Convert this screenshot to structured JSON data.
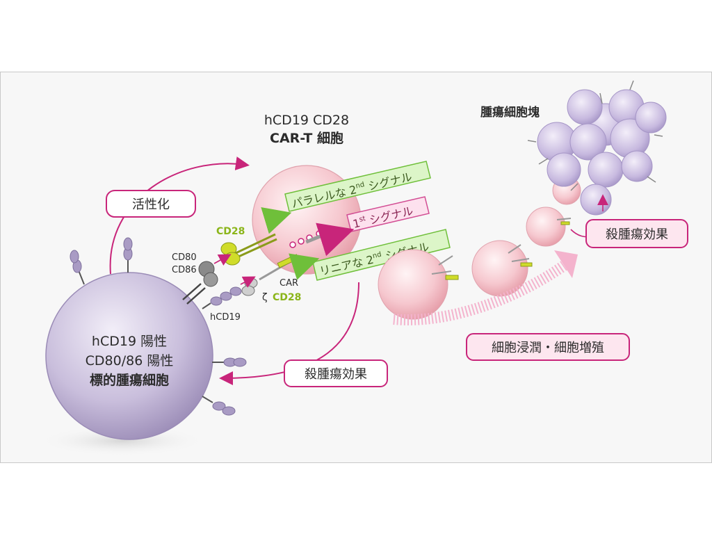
{
  "car_t": {
    "title_line1": "hCD19 CD28",
    "title_line2": "CAR-T 細胞"
  },
  "target_cell": {
    "line1": "hCD19 陽性",
    "line2": "CD80/86 陽性",
    "line3": "標的腫瘍細胞"
  },
  "labels": {
    "activation": "活性化",
    "kill_left": "殺腫瘍効果",
    "kill_right": "殺腫瘍効果",
    "infiltration": "細胞浸潤・細胞増殖",
    "tumor_mass": "腫瘍細胞塊"
  },
  "molecules": {
    "cd28": "CD28",
    "cd80": "CD80",
    "cd86": "CD86",
    "car": "CAR",
    "zeta": "ζ",
    "zeta_cd28": "CD28",
    "hcd19": "hCD19"
  },
  "signals": {
    "parallel_pre": "パラレルな 2",
    "parallel_sup": "nd",
    "parallel_post": " シグナル",
    "first_pre": "1",
    "first_sup": "st",
    "first_post": " シグナル",
    "linear_pre": "リニアな 2",
    "linear_sup": "nd",
    "linear_post": " シグナル"
  },
  "colors": {
    "magenta": "#c8257a",
    "lime": "#b5d32a",
    "signal_green": "#6fbf3a",
    "car_t_pink": "#f7c9cf",
    "target_purple": "#b3a6c9"
  }
}
